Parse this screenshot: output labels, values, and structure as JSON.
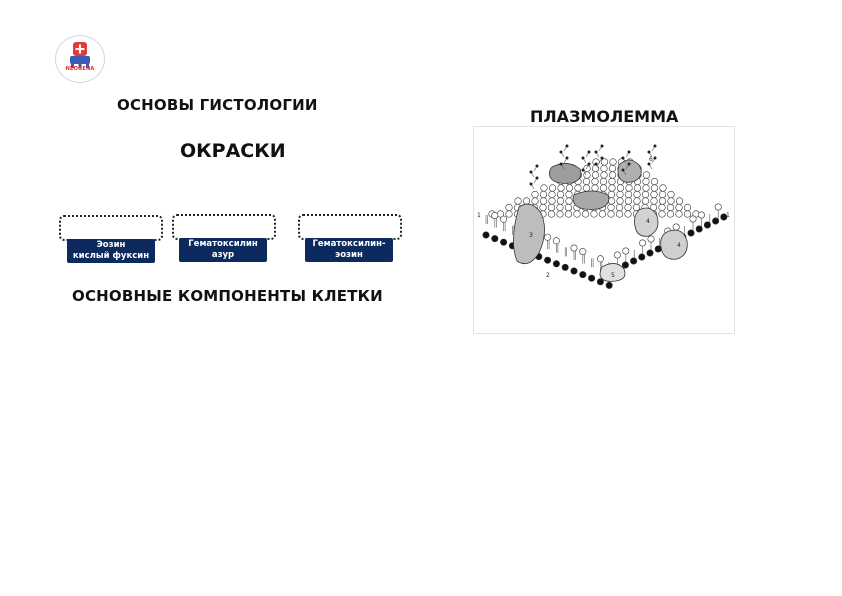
{
  "logo": {
    "text": "NEOGENA",
    "icon": "medical-cross-mascot-icon"
  },
  "headings": {
    "histology": "ОСНОВЫ ГИСТОЛОГИИ",
    "stains": "ОКРАСКИ",
    "components": "ОСНОВНЫЕ КОМПОНЕНТЫ КЛЕТКИ",
    "plasmalemma": "ПЛАЗМОЛЕММА"
  },
  "stain_tags": [
    {
      "line1": "Эозин",
      "line2": "кислый фуксин"
    },
    {
      "line1": "Гематоксилин",
      "line2": "азур"
    },
    {
      "line1": "Гематоксилин-",
      "line2": "эозин"
    }
  ],
  "figure": {
    "labels": [
      "1",
      "2",
      "3",
      "4",
      "4",
      "5",
      "6",
      "1"
    ]
  },
  "colors": {
    "tag_bg": "#0d2a5e",
    "accent_red": "#d92b2b"
  }
}
